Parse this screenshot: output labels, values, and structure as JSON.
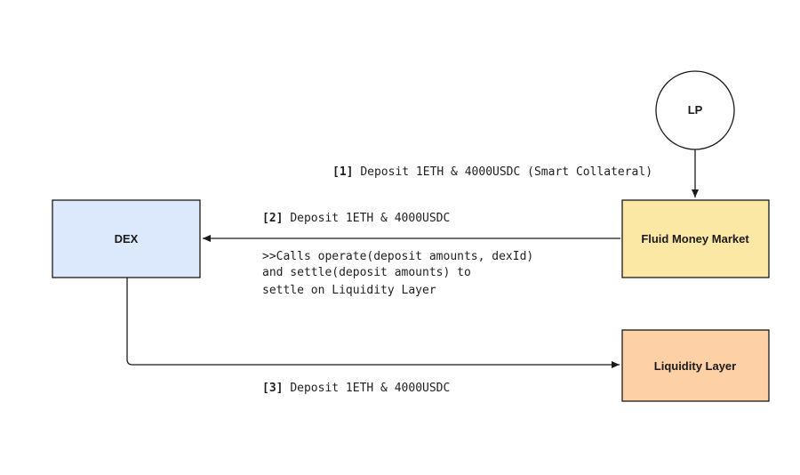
{
  "nodes": {
    "lp": {
      "label": "LP"
    },
    "dex": {
      "label": "DEX",
      "fill": "#dce8fb"
    },
    "fluid": {
      "label": "Fluid Money Market",
      "fill": "#fbe8a5"
    },
    "liquidity": {
      "label": "Liquidity Layer",
      "fill": "#fdd0a6"
    }
  },
  "edges": {
    "e1": {
      "step": "[1]",
      "text": "Deposit 1ETH & 4000USDC (Smart Collateral)"
    },
    "e2": {
      "step": "[2]",
      "text": "Deposit 1ETH & 4000USDC",
      "note": [
        ">>Calls operate(deposit amounts, dexId)",
        "and settle(deposit amounts) to",
        "settle on Liquidity Layer"
      ]
    },
    "e3": {
      "step": "[3]",
      "text": "Deposit 1ETH & 4000USDC"
    }
  },
  "colors": {
    "stroke": "#1a1a1a"
  }
}
